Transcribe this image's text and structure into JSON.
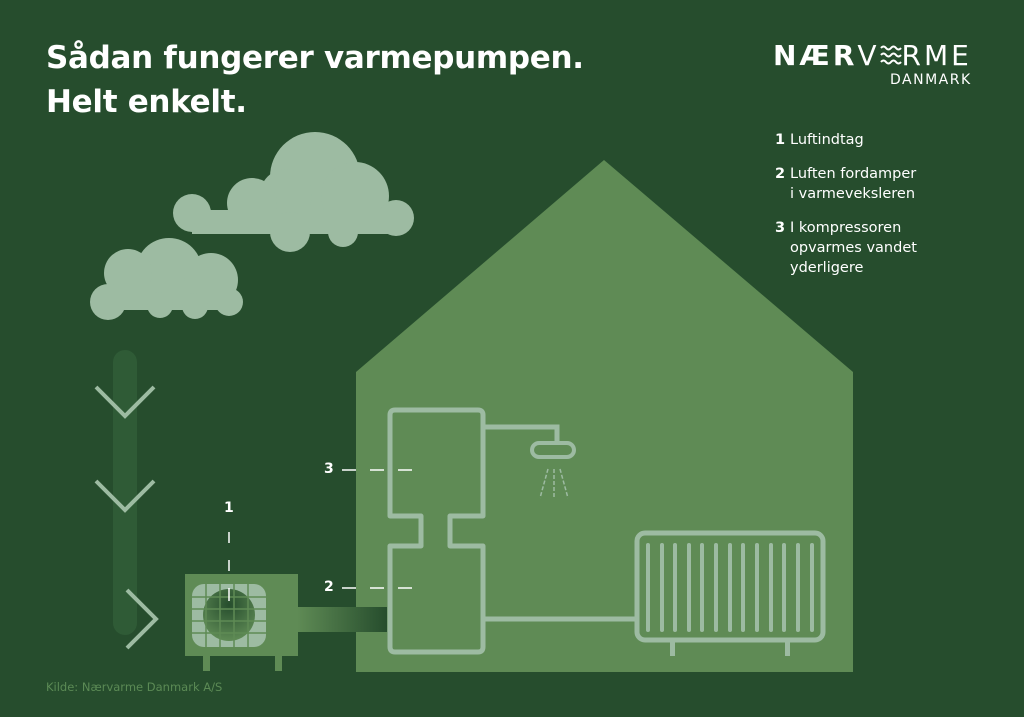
{
  "title": {
    "line1": "Sådan fungerer varmepumpen.",
    "line2": "Helt enkelt."
  },
  "logo": {
    "brand_bold": "NÆR",
    "brand_v": "V",
    "brand_rest": "RME",
    "sub": "DANMARK"
  },
  "legend": {
    "items": [
      {
        "number": "1",
        "text": "Luftindtag"
      },
      {
        "number": "2",
        "text": "Luften fordamper\ni varmeveksleren"
      },
      {
        "number": "3",
        "text": "I kompressoren\nopvarmes vandet\nyderligere"
      }
    ]
  },
  "diagram": {
    "markers": [
      {
        "label": "1",
        "target": "air-intake-unit"
      },
      {
        "label": "2",
        "target": "heat-exchanger"
      },
      {
        "label": "3",
        "target": "compressor-tank"
      }
    ],
    "elements": [
      "clouds",
      "airflow-arrows",
      "outdoor-heat-pump-unit",
      "house",
      "water-tank",
      "shower",
      "radiator"
    ]
  },
  "colors": {
    "background": "#264d2d",
    "house": "#5f8b55",
    "light_line": "#9dbba2",
    "cloud": "#9dbba2",
    "text": "#ffffff",
    "source_text": "#5b8a55"
  },
  "source": "Kilde: Nærvarme Danmark A/S"
}
